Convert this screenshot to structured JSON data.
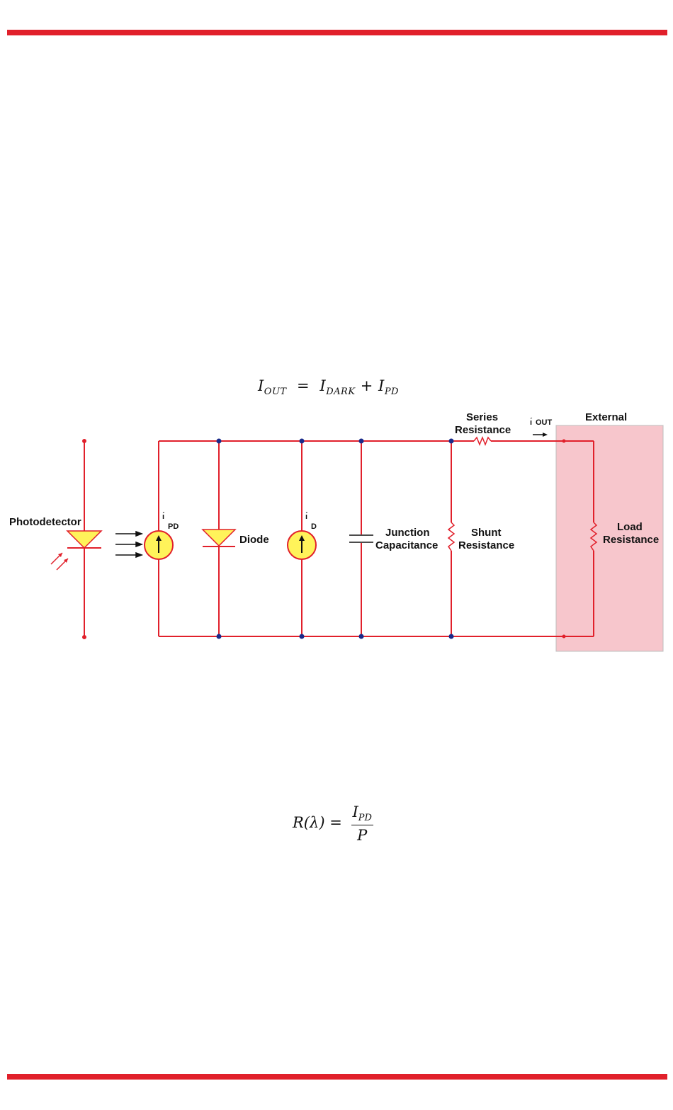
{
  "equation_output": {
    "lhs": "I",
    "lhs_sub": "OUT",
    "eq": "=",
    "t1": "I",
    "t1_sub": "DARK",
    "plus": "+",
    "t2": "I",
    "t2_sub": "PD"
  },
  "equation_responsivity": {
    "lhs": "R(λ)",
    "eq": "=",
    "num": "I",
    "num_sub": "PD",
    "den": "P"
  },
  "circuit": {
    "photodetector_label": "Photodetector",
    "ipd_label": "PD",
    "diode_label": "Diode",
    "id_label": "D",
    "junction_label_1": "Junction",
    "junction_label_2": "Capacitance",
    "shunt_label_1": "Shunt",
    "shunt_label_2": "Resistance",
    "series_label_1": "Series",
    "series_label_2": "Resistance",
    "iout_label": "OUT",
    "external_label": "External",
    "load_label_1": "Load",
    "load_label_2": "Resistance"
  },
  "colors": {
    "accent_red": "#e1202b",
    "node_blue": "#1a2a8a",
    "source_yellow": "#fff35a",
    "external_box": "#f7c6cc"
  }
}
